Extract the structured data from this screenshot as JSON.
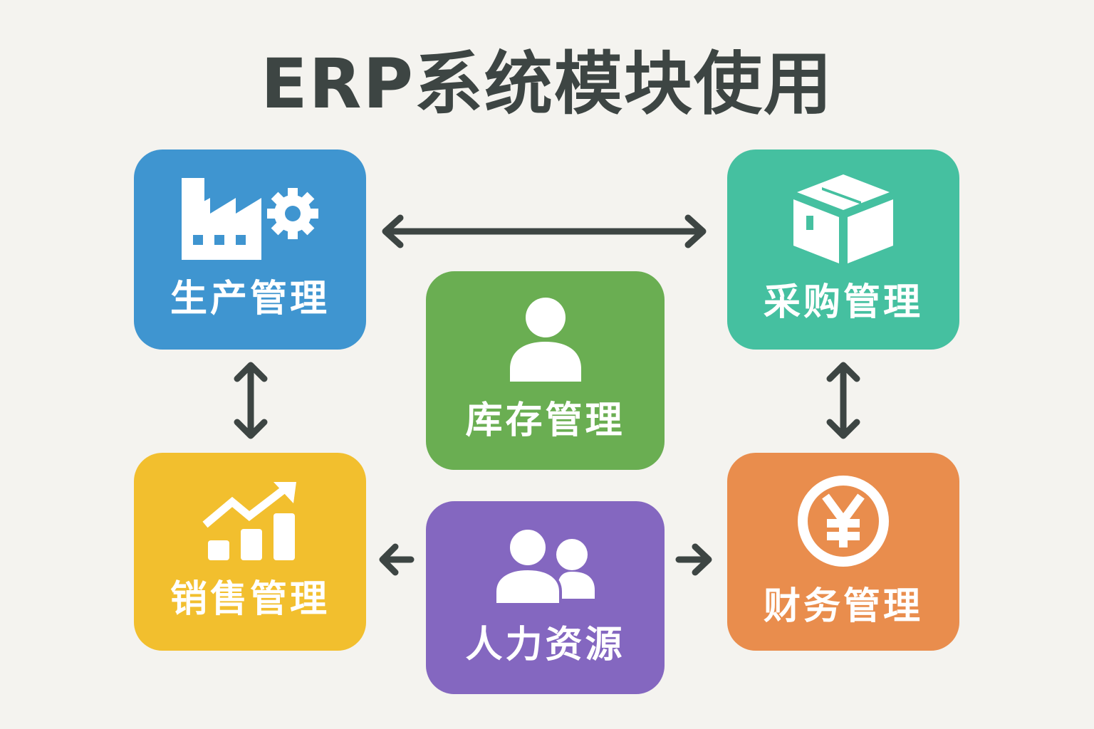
{
  "title": "ERP系统模块使用",
  "modules": {
    "production": {
      "label": "生产管理",
      "icon": "factory-gear-icon",
      "color": "#3f95d0"
    },
    "purchasing": {
      "label": "采购管理",
      "icon": "box-icon",
      "color": "#45c0a0"
    },
    "inventory": {
      "label": "库存管理",
      "icon": "person-icon",
      "color": "#6aae52"
    },
    "sales": {
      "label": "销售管理",
      "icon": "growth-chart-icon",
      "color": "#f2bf2e"
    },
    "finance": {
      "label": "财务管理",
      "icon": "yen-icon",
      "color": "#e98d4d"
    },
    "hr": {
      "label": "人力资源",
      "icon": "people-icon",
      "color": "#8467c0"
    }
  },
  "arrow_color": "#3d4543"
}
